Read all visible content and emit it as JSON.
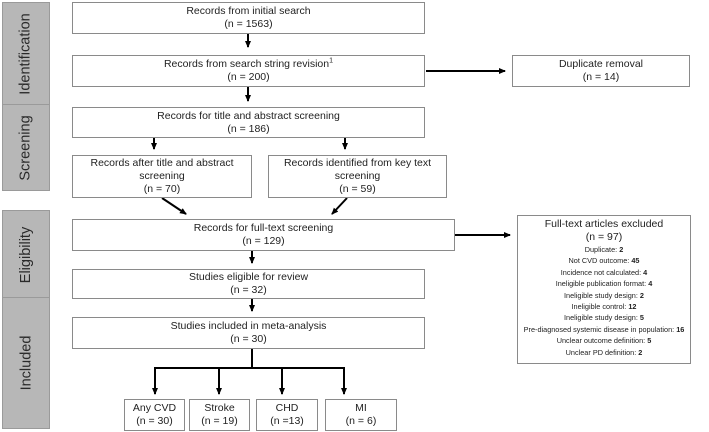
{
  "stages": {
    "identification": "Identification",
    "screening": "Screening",
    "eligibility": "Eligibility",
    "included": "Included"
  },
  "boxes": {
    "initial_search": {
      "label": "Records from initial search",
      "count": "(n = 1563)"
    },
    "string_revision": {
      "label": "Records from search string revision",
      "sup": "1",
      "count": "(n = 200)"
    },
    "duplicate_removal": {
      "label": "Duplicate removal",
      "count": "(n = 14)"
    },
    "title_abstract": {
      "label": "Records for title and abstract screening",
      "count": "(n = 186)"
    },
    "after_screening": {
      "line1": "Records after title and abstract",
      "line2": "screening",
      "count": "(n = 70)"
    },
    "key_text": {
      "line1": "Records identified from key text",
      "line2": "screening",
      "count": "(n = 59)"
    },
    "full_text": {
      "label": "Records for full-text screening",
      "count": "(n = 129)"
    },
    "eligible": {
      "label": "Studies eligible for review",
      "count": "(n = 32)"
    },
    "meta_analysis": {
      "label": "Studies included in meta-analysis",
      "count": "(n = 30)"
    }
  },
  "outcomes": [
    {
      "label": "Any CVD",
      "count": "(n = 30)"
    },
    {
      "label": "Stroke",
      "count": "(n = 19)"
    },
    {
      "label": "CHD",
      "count": "(n =13)"
    },
    {
      "label": "MI",
      "count": "(n = 6)"
    }
  ],
  "excluded": {
    "title": "Full-text articles excluded",
    "count": "(n = 97)",
    "reasons": [
      {
        "label": "Duplicate:",
        "value": "2"
      },
      {
        "label": "Not CVD outcome:",
        "value": "45"
      },
      {
        "label": "Incidence not calculated:",
        "value": "4"
      },
      {
        "label": "Ineligible publication format:",
        "value": "4"
      },
      {
        "label": "Ineligible study design:",
        "value": "2"
      },
      {
        "label": "Ineligible control:",
        "value": "12"
      },
      {
        "label": "Ineligible study design:",
        "value": "5"
      },
      {
        "label": "Pre-diagnosed systemic disease in population:",
        "value": "16"
      },
      {
        "label": "Unclear outcome definition:",
        "value": "5"
      },
      {
        "label": "Unclear PD definition:",
        "value": "2"
      }
    ]
  }
}
